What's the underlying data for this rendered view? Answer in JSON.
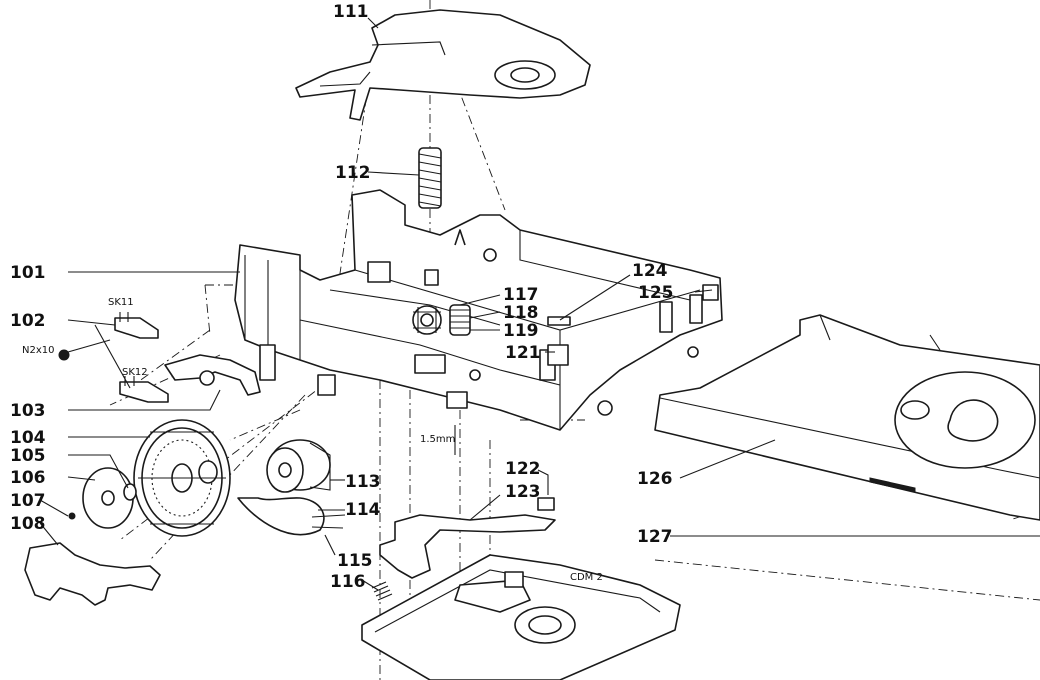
{
  "callouts": {
    "c101": "101",
    "c102": "102",
    "c103": "103",
    "c104": "104",
    "c105": "105",
    "c106": "106",
    "c107": "107",
    "c108": "108",
    "c111": "111",
    "c112": "112",
    "c113": "113",
    "c114": "114",
    "c115": "115",
    "c116": "116",
    "c117": "117",
    "c118": "118",
    "c119": "119",
    "c121": "121",
    "c122": "122",
    "c123": "123",
    "c124": "124",
    "c125": "125",
    "c126": "126",
    "c127": "127"
  },
  "notes": {
    "sk11": "SK11",
    "sk12": "SK12",
    "screw": "N2x10",
    "gap": "1.5mm",
    "module": "CDM 2"
  },
  "colors": {
    "ink": "#1a1a1a",
    "paper": "#ffffff"
  }
}
